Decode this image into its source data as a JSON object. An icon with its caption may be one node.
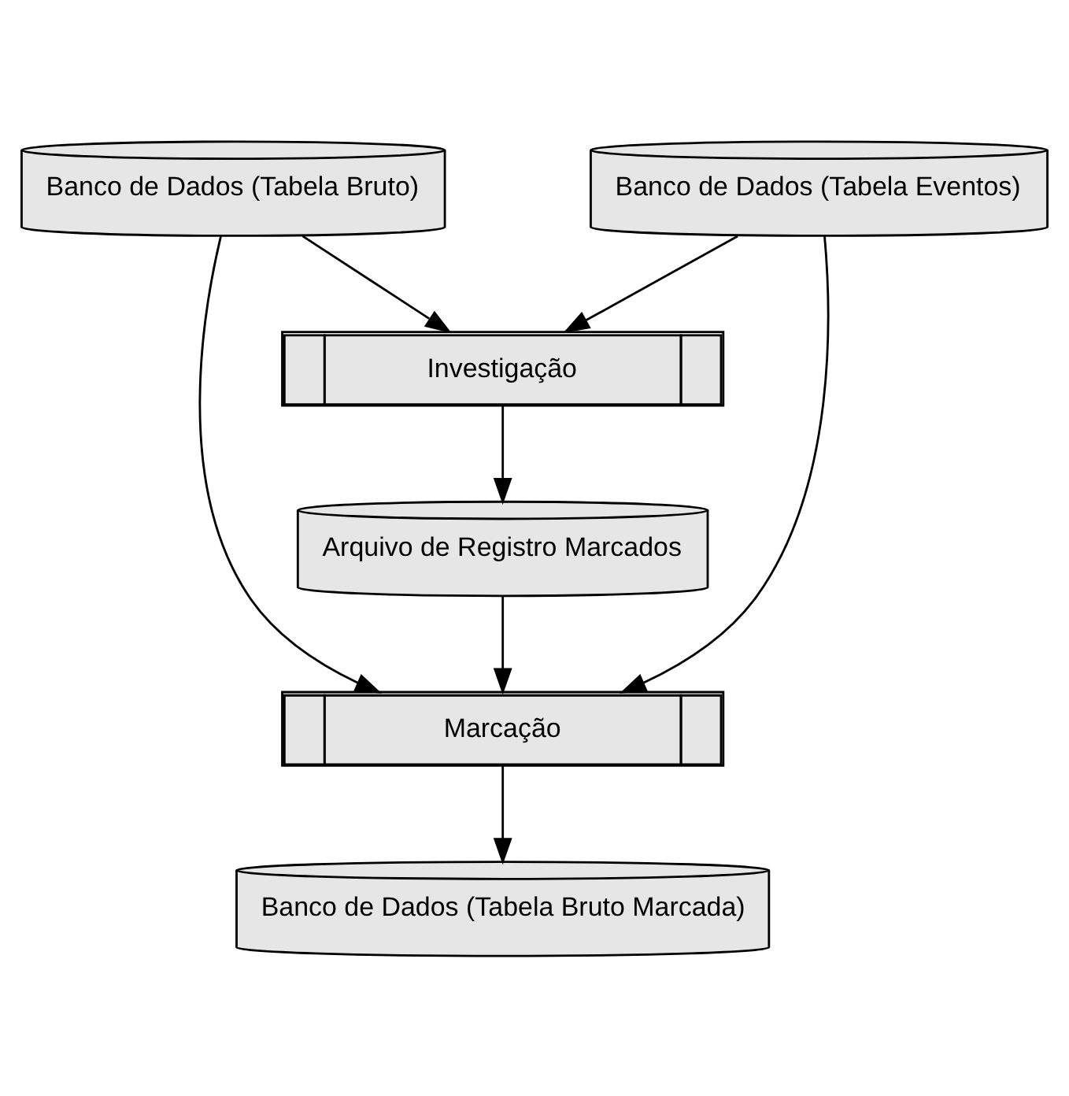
{
  "diagram": {
    "nodes": [
      {
        "text": [
          "Banco de Dados (Tabela Bruto)"
        ]
      },
      {
        "text": [
          "Banco de Dados (Tabela Eventos)"
        ]
      },
      {
        "text": [
          "Investigação"
        ]
      },
      {
        "text": [
          "Arquivo de Registro Marcados"
        ]
      },
      {
        "text": [
          "Marcação"
        ]
      },
      {
        "text": [
          "Banco de Dados (Tabela Bruto Marcada)"
        ]
      }
    ],
    "edges": [
      {
        "from": 0,
        "to": 2,
        "arrow": "to"
      },
      {
        "from": 1,
        "to": 2,
        "arrow": "to"
      },
      {
        "from": 2,
        "to": 3,
        "arrow": "to"
      },
      {
        "from": 0,
        "to": 4,
        "arrow": "to"
      },
      {
        "from": 3,
        "to": 4,
        "arrow": "to"
      },
      {
        "from": 1,
        "to": 4,
        "arrow": "to"
      },
      {
        "from": 4,
        "to": 5,
        "arrow": "to"
      }
    ]
  }
}
